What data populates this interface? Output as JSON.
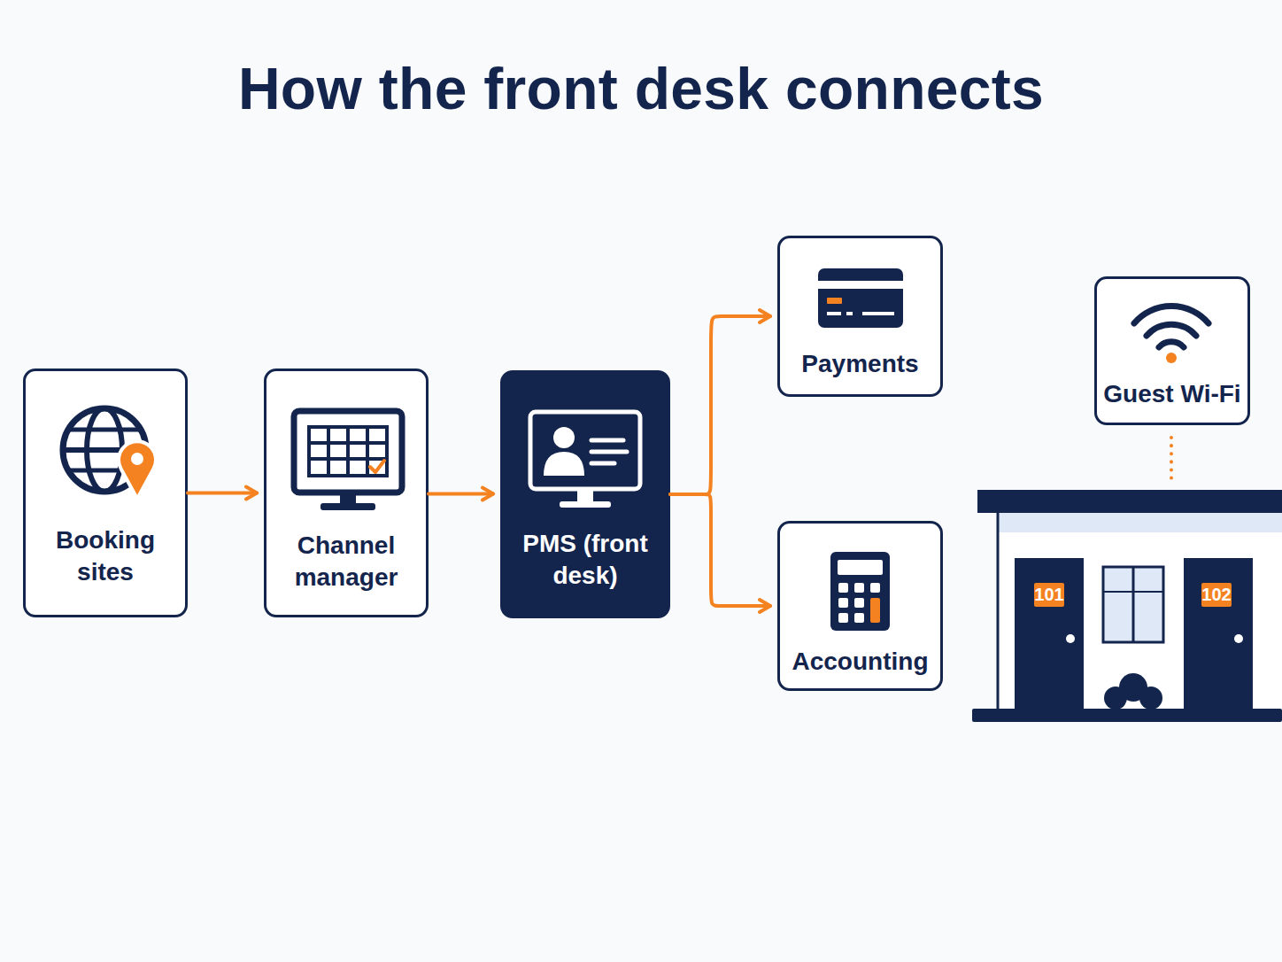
{
  "diagram": {
    "title": "How the front desk connects",
    "nodes": [
      {
        "text": [
          "Booking sites"
        ]
      },
      {
        "text": [
          "Channel manager"
        ]
      },
      {
        "text": [
          "PMS (front desk)"
        ]
      },
      {
        "text": [
          "Payments"
        ]
      },
      {
        "text": [
          "Accounting"
        ]
      },
      {
        "text": [
          "Guest Wi-Fi"
        ]
      }
    ],
    "edges": [
      {
        "from": 0,
        "to": 1,
        "arrow": "to"
      },
      {
        "from": 1,
        "to": 2,
        "arrow": "to"
      },
      {
        "from": 2,
        "to": 3,
        "arrow": "to"
      },
      {
        "from": 2,
        "to": 4,
        "arrow": "to"
      }
    ],
    "labels": [
      "101",
      "102"
    ]
  }
}
